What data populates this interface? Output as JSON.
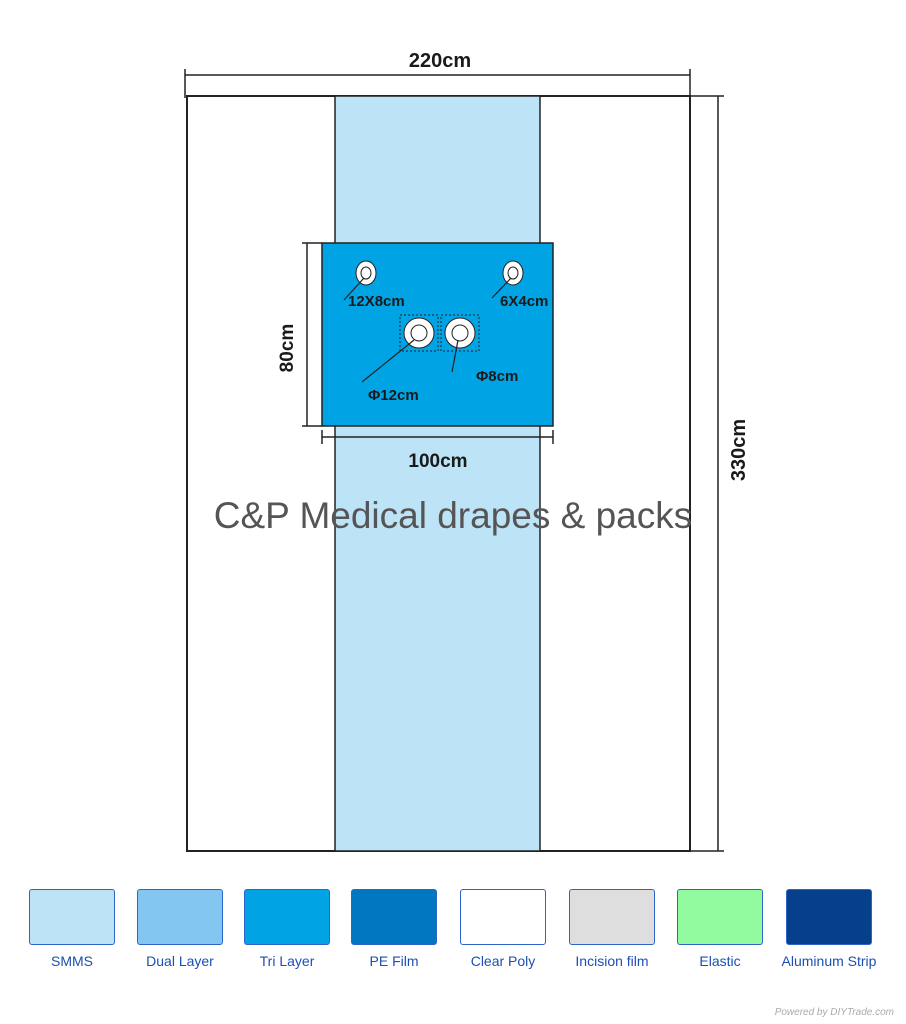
{
  "dimensions": {
    "width_total": "220cm",
    "height_total": "330cm",
    "panel_height": "80cm",
    "panel_width": "100cm"
  },
  "fenestrations": [
    {
      "label": "12X8cm"
    },
    {
      "label": "6X4cm"
    },
    {
      "label": "Φ12cm"
    },
    {
      "label": "Φ8cm"
    }
  ],
  "watermark": "C&P Medical drapes & packs",
  "legend": [
    {
      "label": "SMMS",
      "color": "#bde3f7"
    },
    {
      "label": "Dual Layer",
      "color": "#82c6f1"
    },
    {
      "label": "Tri Layer",
      "color": "#00a3e4"
    },
    {
      "label": "PE Film",
      "color": "#0077c0"
    },
    {
      "label": "Clear Poly",
      "color": "#ffffff"
    },
    {
      "label": "Incision film",
      "color": "#dedede"
    },
    {
      "label": "Elastic",
      "color": "#93fb9f"
    },
    {
      "label": "Aluminum Strip",
      "color": "#063f8c"
    }
  ],
  "footer": "Powered by DIYTrade.com"
}
